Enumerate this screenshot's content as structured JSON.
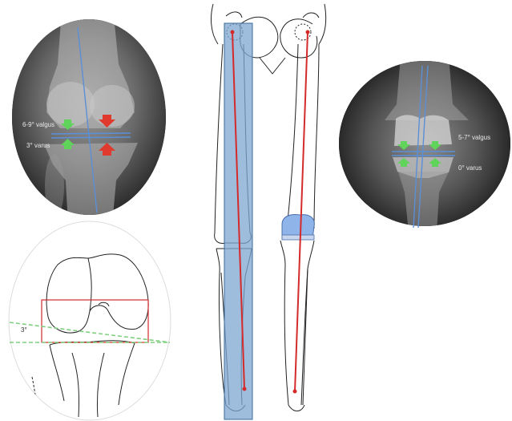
{
  "figure": {
    "left_xray": {
      "valgus_label": "6-9° valgus",
      "varus_label": "3° varus"
    },
    "right_xray": {
      "valgus_label": "5-7° valgus",
      "varus_label": "0° varus"
    },
    "joint_line_diagram": {
      "angle_label": "3°"
    }
  },
  "colors": {
    "xray_background": "#111111",
    "mechanical_axis_blue": "#5b8fd6",
    "axis_red": "#d42a2a",
    "arrow_green": "#5fd35a",
    "arrow_red": "#e0392e",
    "axis_band_blue": "#7ea6cf",
    "implant_blue": "#8fb4ea",
    "dashed_line_green": "#7fcf7f"
  },
  "icons": [
    "green-arrow-icon",
    "red-arrow-icon"
  ]
}
